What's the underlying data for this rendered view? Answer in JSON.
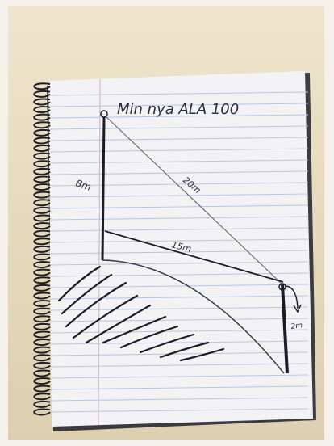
{
  "photo": {
    "subject": "notebook sketch",
    "colors": {
      "background": "#e8dcc0",
      "paper": "#f3f3f6",
      "ink": "#2a2a3a",
      "rule_line": "#b9c7de"
    }
  },
  "sketch": {
    "title": "Min nya ALA 100",
    "label_height": "8m",
    "label_hyp": "20m",
    "label_line": "15m",
    "label_small": "2m"
  }
}
